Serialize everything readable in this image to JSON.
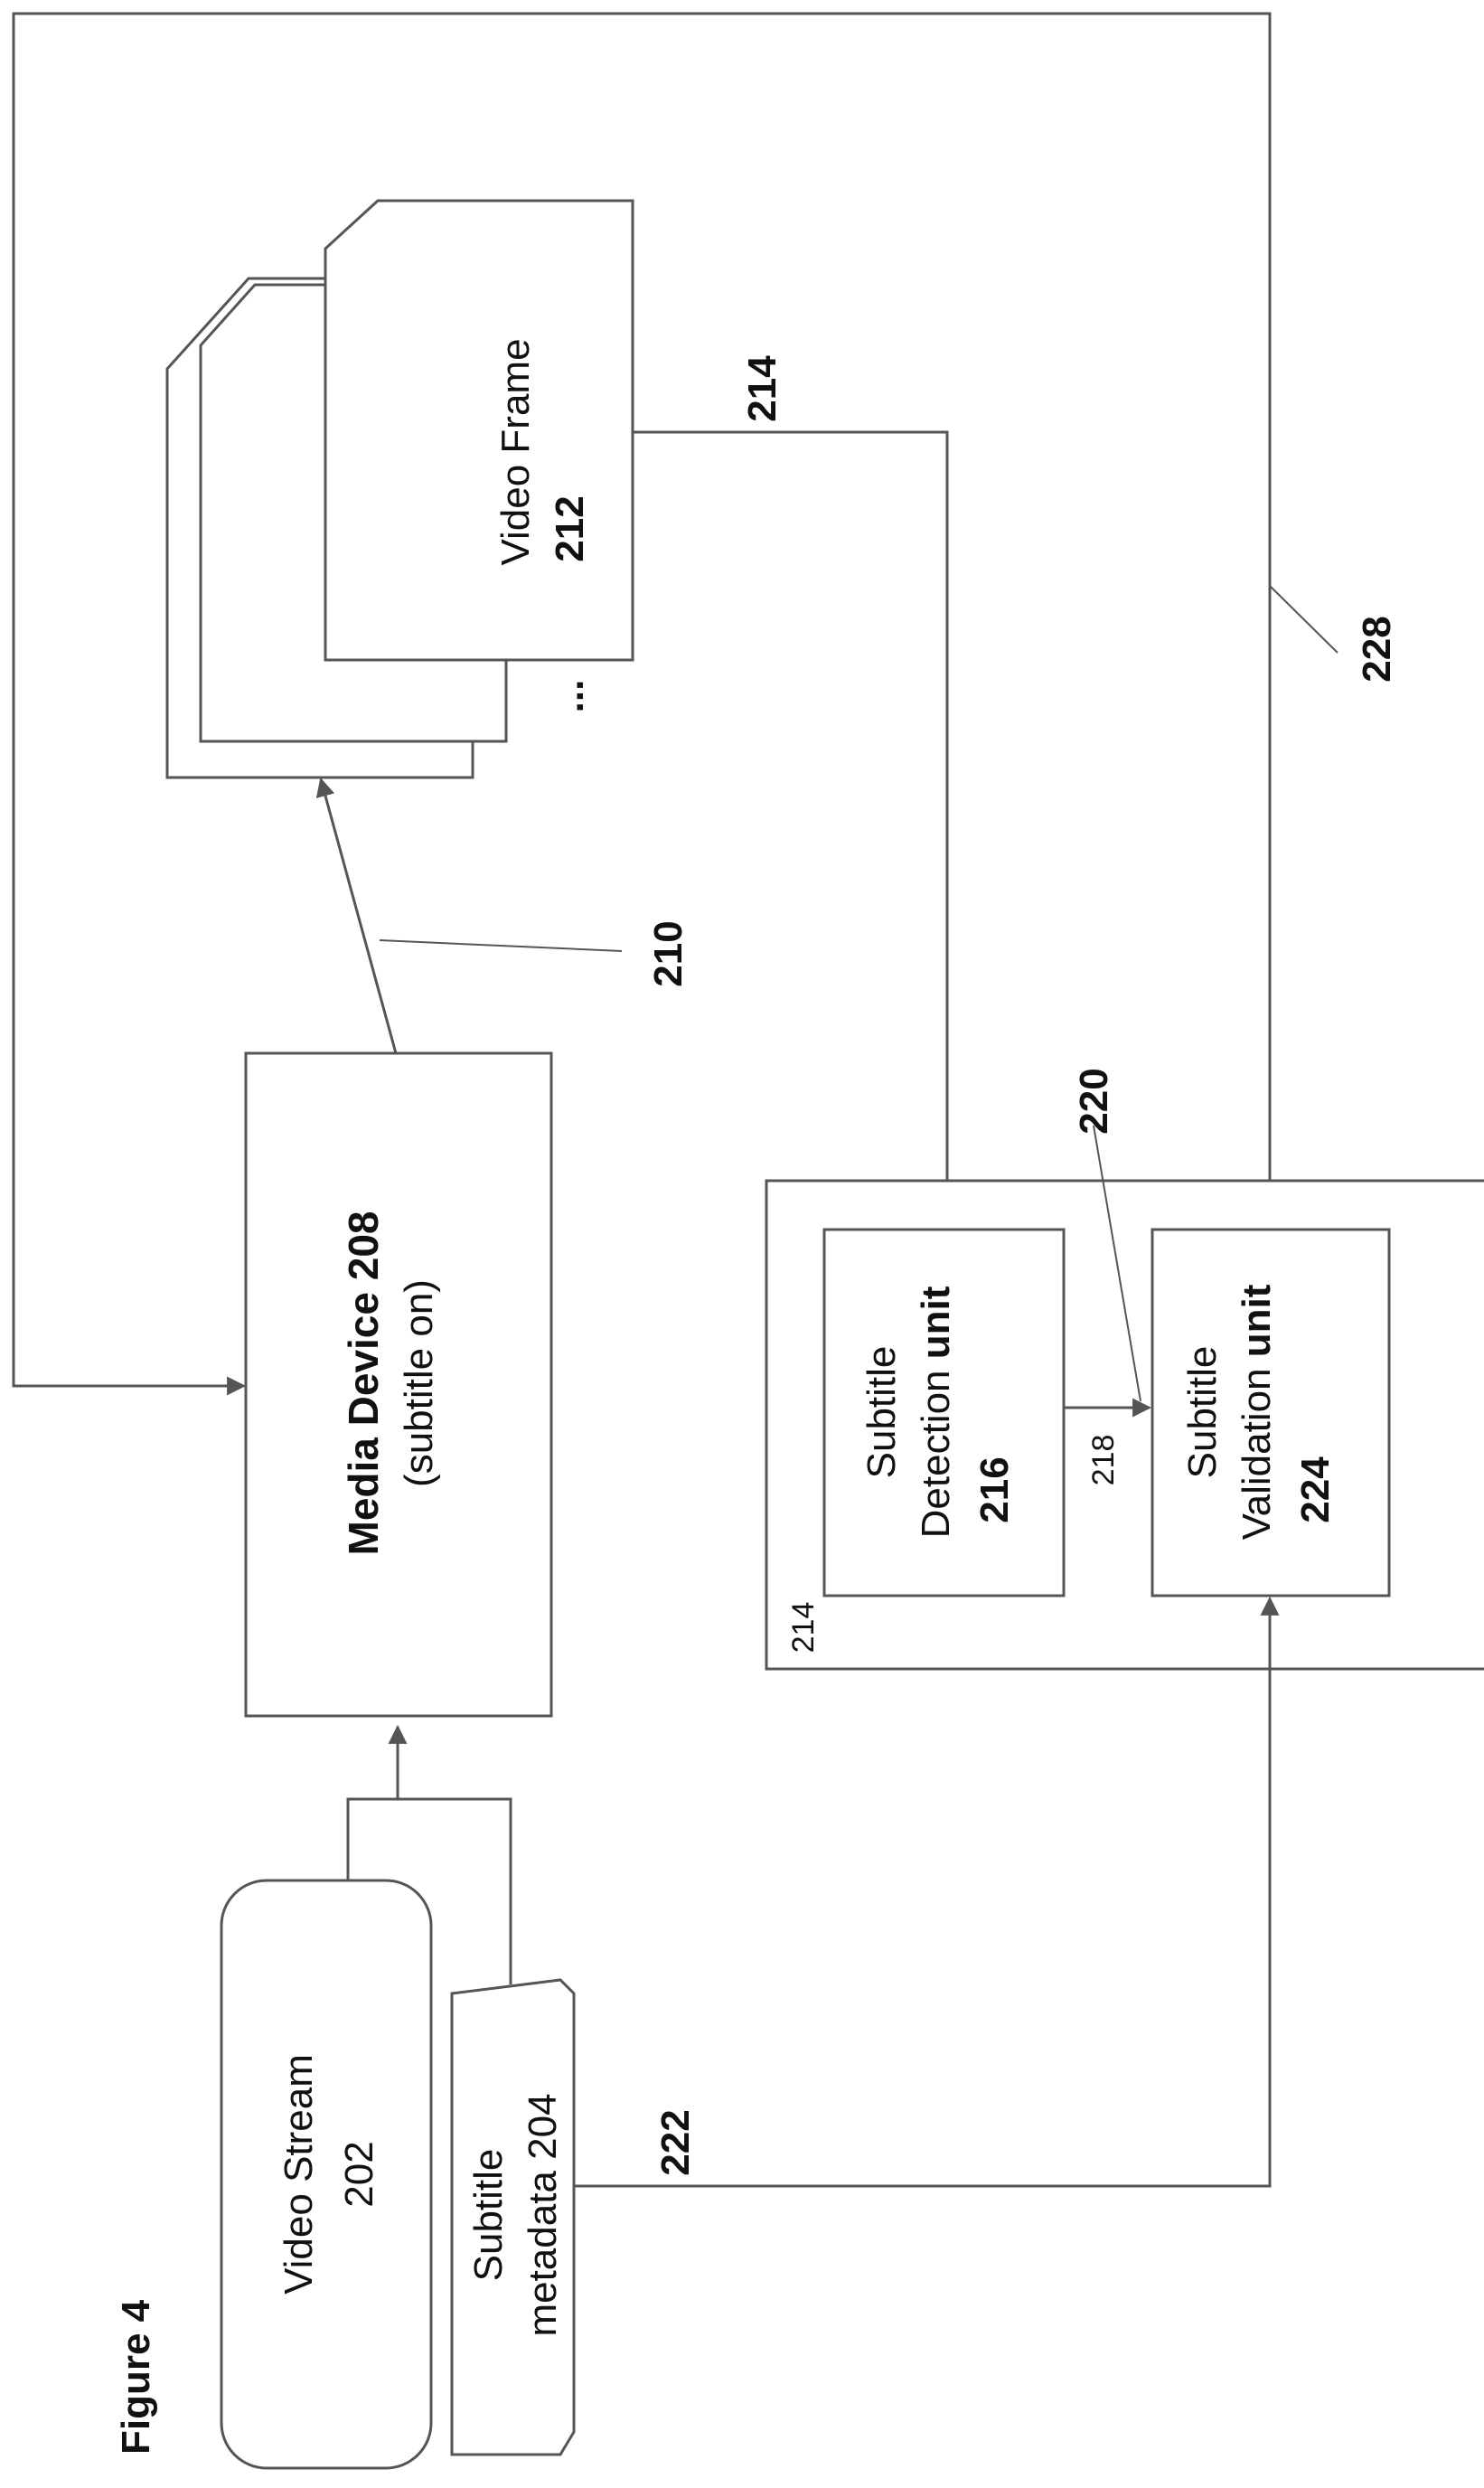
{
  "figure_title": "Figure 4",
  "video_stream": {
    "line1": "Video Stream",
    "line2": "202"
  },
  "subtitle_metadata": {
    "line1": "Subtitle",
    "line2": "metadata 204"
  },
  "media_device": {
    "title": "Media Device 208",
    "subtitle": "(subtitle on)"
  },
  "video_frame": {
    "label": "Video Frame",
    "number": "212",
    "ellipsis": "..."
  },
  "container": {
    "label": "214"
  },
  "detection_unit": {
    "line1": "Subtitle",
    "line2_prefix": "Detection ",
    "line2_bold": "unit",
    "number": "216"
  },
  "validation_unit": {
    "line1": "Subtitle",
    "line2_prefix": "Validation ",
    "line2_bold": "unit",
    "number": "224"
  },
  "refs": {
    "r210": "210",
    "r214": "214",
    "r218": "218",
    "r220": "220",
    "r222": "222",
    "r228": "228"
  }
}
